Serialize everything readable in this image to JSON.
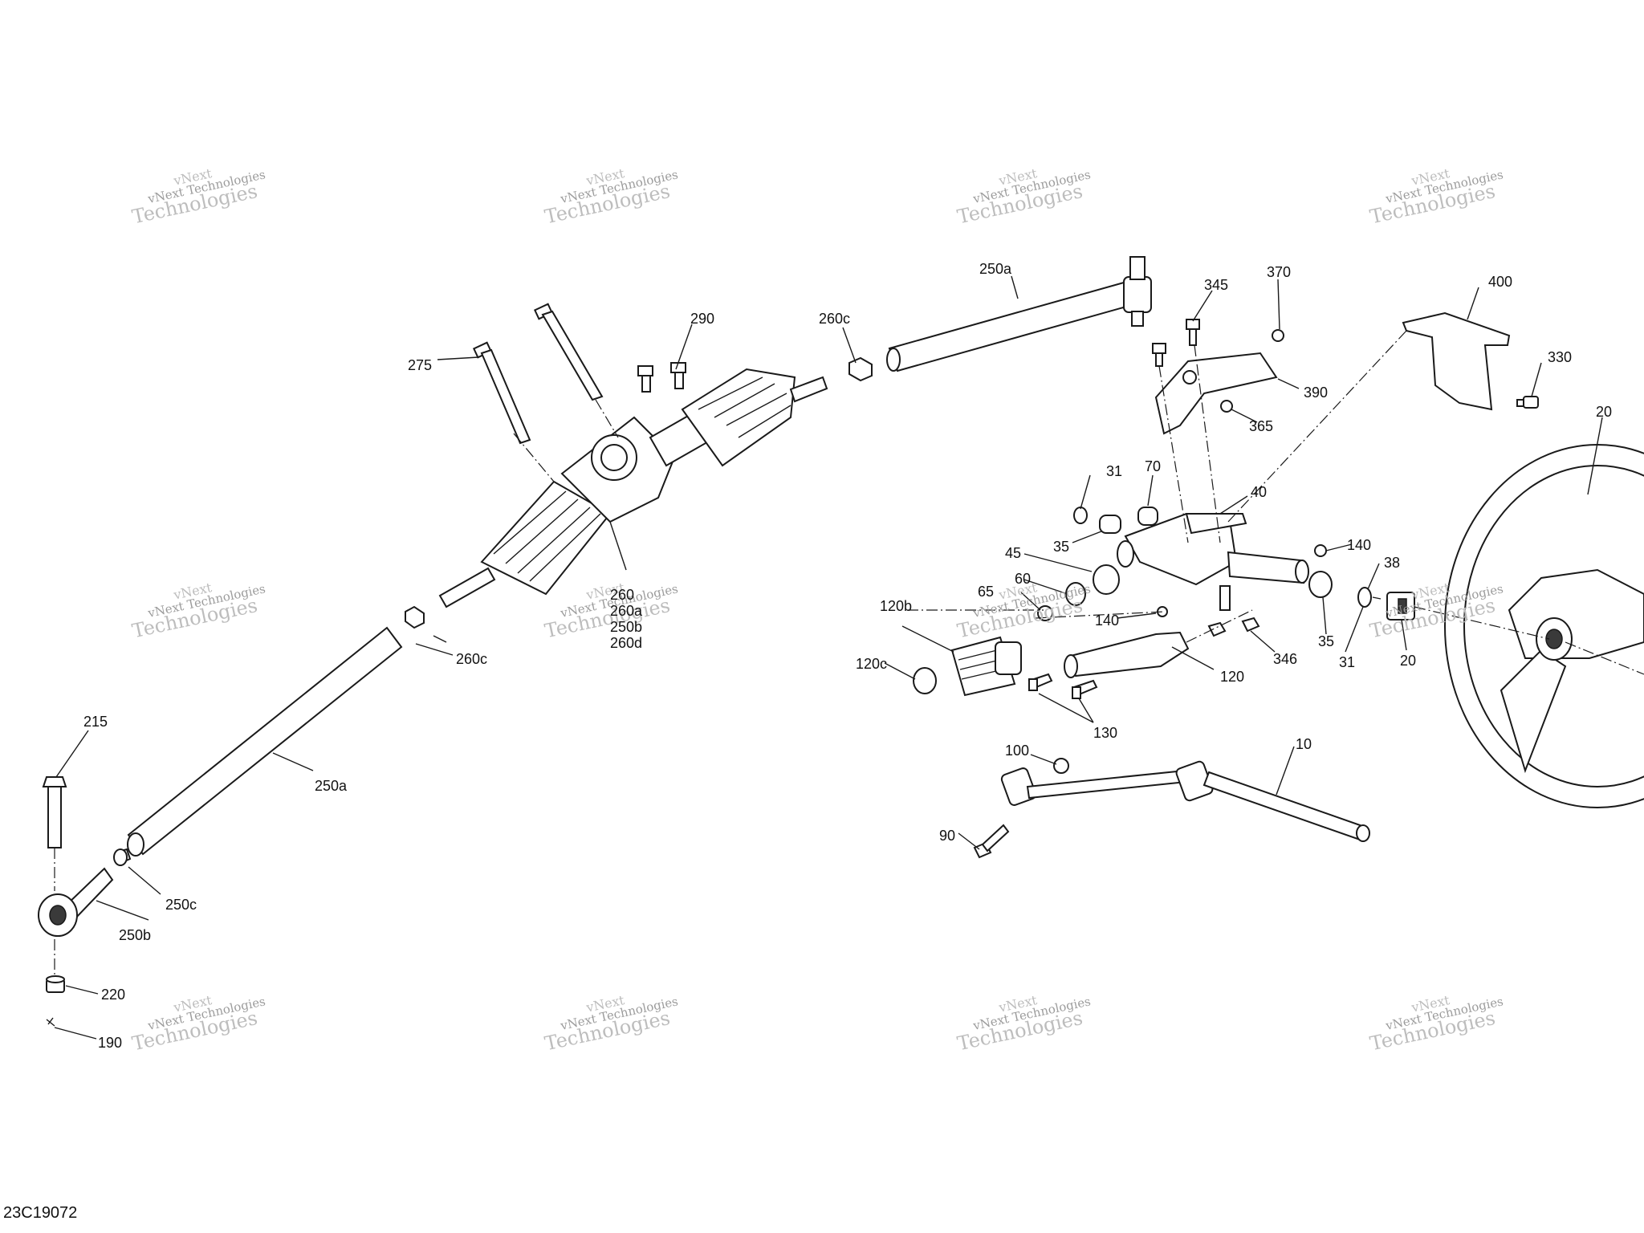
{
  "diagram_code": "23C19072",
  "watermark": {
    "line1": "vNext",
    "line2": "vNext Technologies",
    "line3": "Technologies"
  },
  "callouts": {
    "c10": "10",
    "c20a": "20",
    "c20b": "20",
    "c31a": "31",
    "c31b": "31",
    "c35a": "35",
    "c35b": "35",
    "c38": "38",
    "c40": "40",
    "c45": "45",
    "c60": "60",
    "c65": "65",
    "c70": "70",
    "c90": "90",
    "c100": "100",
    "c120": "120",
    "c120b": "120b",
    "c120c": "120c",
    "c130": "130",
    "c140a": "140",
    "c140b": "140",
    "c190": "190",
    "c215": "215",
    "c220": "220",
    "c250a_top": "250a",
    "c250a_low": "250a",
    "c250b_low": "250b",
    "c250c_low": "250c",
    "c260": "260",
    "c260a": "260a",
    "c250b_mid": "250b",
    "c260d": "260d",
    "c260c_top": "260c",
    "c260c_mid": "260c",
    "c275": "275",
    "c290": "290",
    "c330": "330",
    "c345": "345",
    "c346": "346",
    "c365": "365",
    "c370": "370",
    "c390": "390",
    "c400": "400"
  }
}
